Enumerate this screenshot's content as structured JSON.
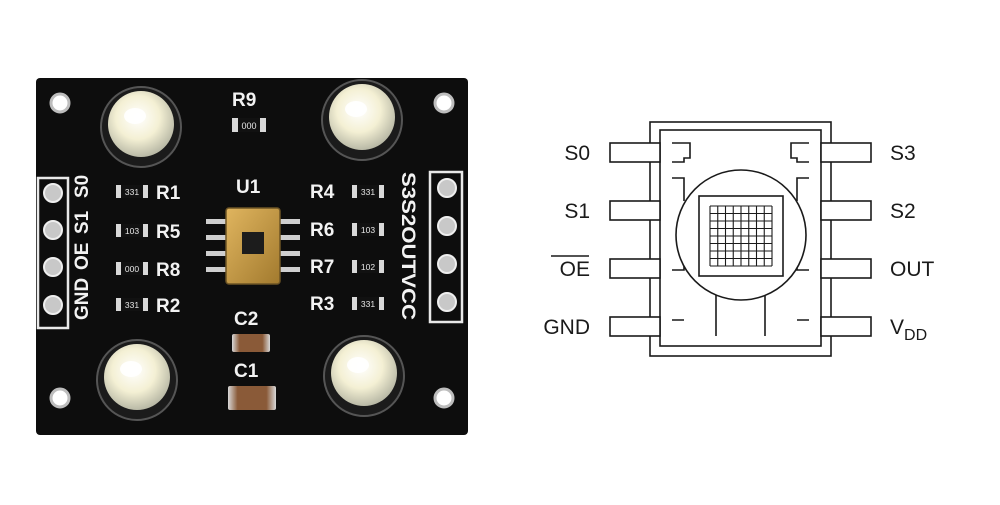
{
  "board": {
    "ic_label": "U1",
    "resistors": [
      {
        "ref": "R1",
        "code": "331"
      },
      {
        "ref": "R5",
        "code": "103"
      },
      {
        "ref": "R8",
        "code": "000"
      },
      {
        "ref": "R2",
        "code": "331"
      },
      {
        "ref": "R4",
        "code": "331"
      },
      {
        "ref": "R6",
        "code": "103"
      },
      {
        "ref": "R7",
        "code": "102"
      },
      {
        "ref": "R3",
        "code": "331"
      }
    ],
    "r9": {
      "ref": "R9",
      "code": "000"
    },
    "caps": [
      {
        "ref": "C2"
      },
      {
        "ref": "C1"
      }
    ],
    "left_header": [
      "GND",
      "OE",
      "S1",
      "S0"
    ],
    "right_header": "S3S2OUTVCC",
    "colors": {
      "pcb": "#0d0d0d",
      "silk": "#f2f2f2",
      "gold": "#c9a24a",
      "pad": "#d8d8d8"
    }
  },
  "pinout": {
    "left": [
      "S0",
      "S1",
      "OE",
      "GND"
    ],
    "right": [
      "S3",
      "S2",
      "OUT",
      "V",
      "DD"
    ]
  }
}
